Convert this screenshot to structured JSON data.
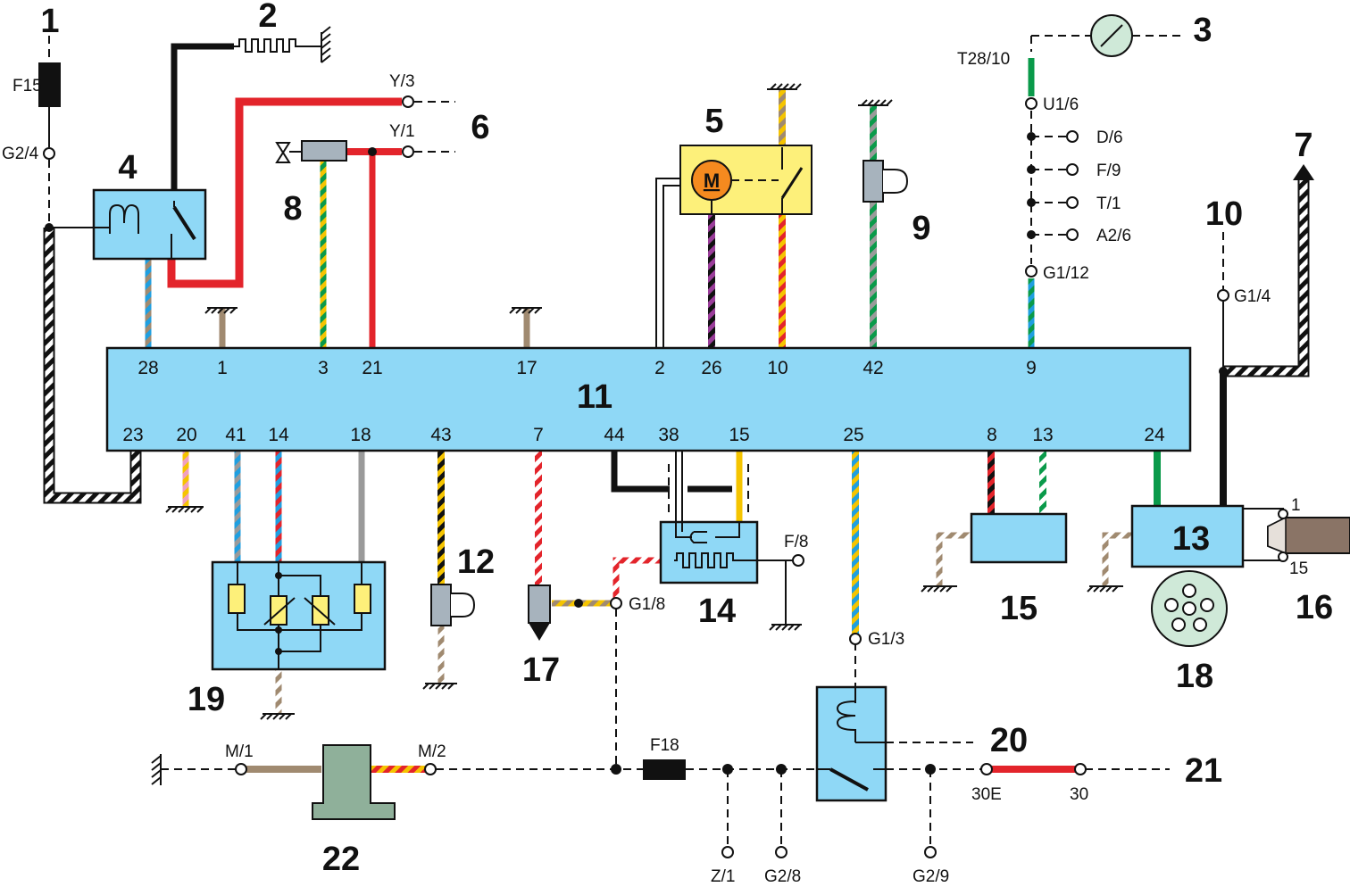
{
  "title": "",
  "component_numbers": [
    "1",
    "2",
    "3",
    "4",
    "5",
    "6",
    "7",
    "8",
    "9",
    "10",
    "11",
    "12",
    "13",
    "14",
    "15",
    "16",
    "17",
    "18",
    "19",
    "20",
    "21",
    "22"
  ],
  "ecu": {
    "label": "11",
    "top_pins": [
      "28",
      "1",
      "3",
      "21",
      "17",
      "2",
      "26",
      "10",
      "42",
      "9"
    ],
    "bottom_pins": [
      "23",
      "20",
      "41",
      "14",
      "18",
      "43",
      "7",
      "44",
      "38",
      "15",
      "25",
      "8",
      "13",
      "24"
    ]
  },
  "connectors": {
    "g2_4": "G2/4",
    "f15": "F15",
    "y3": "Y/3",
    "y1": "Y/1",
    "t28_10": "T28/10",
    "u1_6": "U1/6",
    "d6": "D/6",
    "f9": "F/9",
    "t1": "T/1",
    "a2_6": "A2/6",
    "g1_12": "G1/12",
    "g1_4": "G1/4",
    "f8": "F/8",
    "g1_8": "G1/8",
    "g1_3": "G1/3",
    "m1": "M/1",
    "m2": "M/2",
    "f18": "F18",
    "z1": "Z/1",
    "g2_8": "G2/8",
    "g2_9": "G2/9",
    "e30": "30E",
    "t30": "30",
    "p1": "1",
    "p15": "15",
    "motor": "M"
  },
  "colors": {
    "ecu_fill": "#8fd8f6",
    "red": "#e3242b",
    "green": "#0a9a4a",
    "yellow": "#f5c400",
    "brown": "#a08a70",
    "blue": "#1f9fe0",
    "grey": "#9a9a9a",
    "violet": "#9a3d9a",
    "pink": "#f0a0c0",
    "black": "#111111",
    "motor_box": "#fdf07a",
    "motor_circle": "#f58a1f"
  }
}
